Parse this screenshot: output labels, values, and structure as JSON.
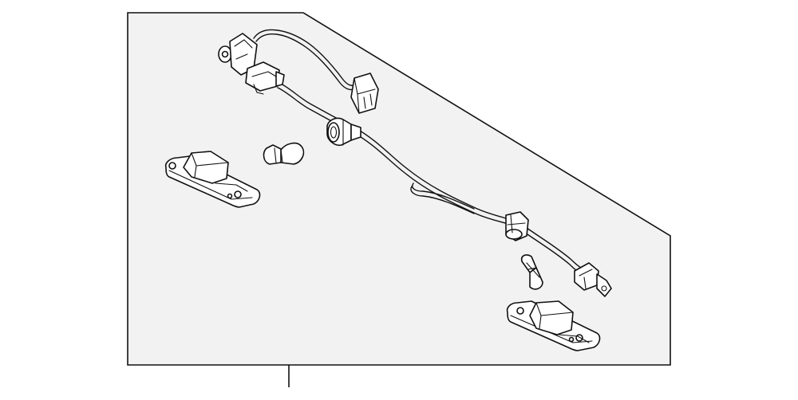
{
  "diagram": {
    "background_color": "#f2f2f2",
    "line_color": "#111111",
    "parts": [
      {
        "name": "wiring-harness"
      },
      {
        "name": "harness-connector-main"
      },
      {
        "name": "harness-connector-plug"
      },
      {
        "name": "bulb-socket-upper"
      },
      {
        "name": "bulb-socket-lower"
      },
      {
        "name": "bulb-left"
      },
      {
        "name": "bulb-right"
      },
      {
        "name": "license-lamp-left"
      },
      {
        "name": "license-lamp-right"
      }
    ]
  }
}
